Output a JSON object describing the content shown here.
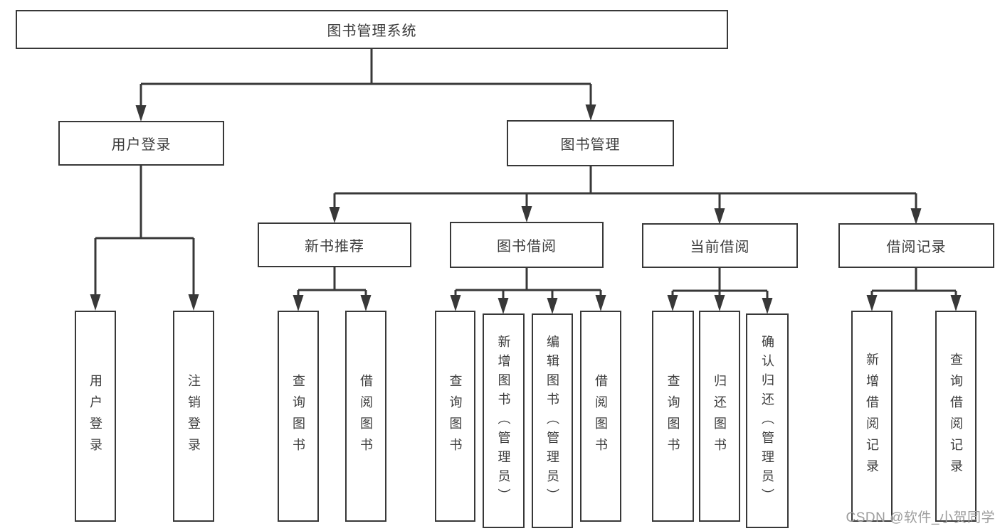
{
  "diagram_title": "图书管理系统",
  "tree": {
    "root": {
      "label": "图书管理系统"
    },
    "level2": [
      {
        "label": "用户登录"
      },
      {
        "label": "图书管理"
      }
    ],
    "level3": [
      {
        "label": "新书推荐"
      },
      {
        "label": "图书借阅"
      },
      {
        "label": "当前借阅"
      },
      {
        "label": "借阅记录"
      }
    ],
    "leaves": {
      "user_login": [
        "用户登录",
        "注销登录"
      ],
      "new_book": [
        "查询图书",
        "借阅图书"
      ],
      "book_borrow": [
        "查询图书",
        "新增图书（管理员）",
        "编辑图书（管理员）",
        "借阅图书"
      ],
      "current_borrow": [
        "查询图书",
        "归还图书",
        "确认归还（管理员）"
      ],
      "borrow_records": [
        "新增借阅记录",
        "查询借阅记录"
      ]
    }
  },
  "watermark": {
    "text": "CSDN @软件_小贺同学"
  },
  "colors": {
    "line": "#383838",
    "text": "#3d3d3d",
    "watermark_text": "#9c9c9c",
    "background": "#ffffff"
  }
}
